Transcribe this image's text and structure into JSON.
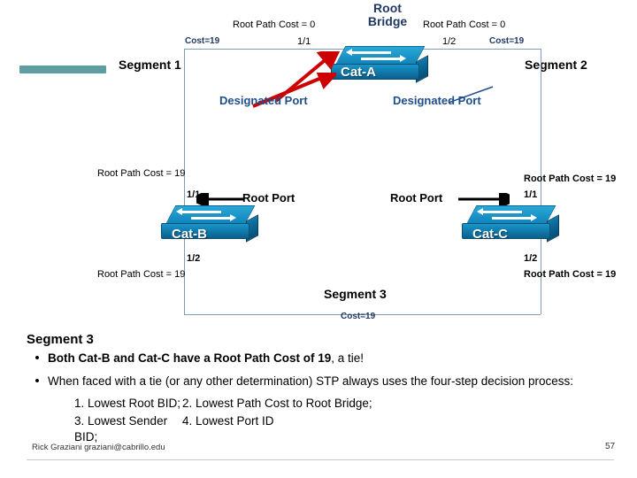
{
  "diagram": {
    "root_bridge_label": "Root\nBridge",
    "root_bridge_line1": "Root",
    "root_bridge_line2": "Bridge",
    "root_path_cost_left": "Root Path Cost = 0",
    "root_path_cost_right": "Root Path Cost = 0",
    "cost_left": "Cost=19",
    "cost_right": "Cost=19",
    "cost_bottom": "Cost=19",
    "port_a_left": "1/1",
    "port_a_right": "1/2",
    "segment1": "Segment 1",
    "segment2": "Segment 2",
    "segment3_label": "Segment 3",
    "designated_port_left": "Designated Port",
    "designated_port_right": "Designated Port",
    "root_port_left": "Root Port",
    "root_port_right": "Root Port",
    "switch_a": "Cat-A",
    "switch_b": "Cat-B",
    "switch_c": "Cat-C",
    "rpc_b_top": "Root Path Cost = 19",
    "rpc_b_bottom": "Root Path Cost = 19",
    "rpc_c_top": "Root Path Cost = 19",
    "rpc_c_bottom": "Root Path Cost = 19",
    "port_b_top": "1/1",
    "port_b_bottom": "1/2",
    "port_c_top": "1/1",
    "port_c_bottom": "1/2"
  },
  "body": {
    "heading": "Segment 3",
    "bullet1_pre": "Both Cat-B and Cat-C have a Root Path Cost of 19",
    "bullet1_post": ", a tie!",
    "bullet2": "When faced with a tie (or any other determination) STP always uses the four-step decision process:",
    "step1": "1.  Lowest Root BID;",
    "step2": "2. Lowest Path Cost to Root Bridge;",
    "step3": "3.  Lowest Sender BID;",
    "step4": "4. Lowest Port ID",
    "bullet_char": "•"
  },
  "footer": {
    "credit": "Rick Graziani  graziani@cabrillo.edu",
    "page": "57"
  },
  "colors": {
    "segment_bar": "#5f9ea0",
    "designated_port_text": "#1f4e8c",
    "switch_body": "#1896cc",
    "red_arrow": "#cc0000"
  }
}
